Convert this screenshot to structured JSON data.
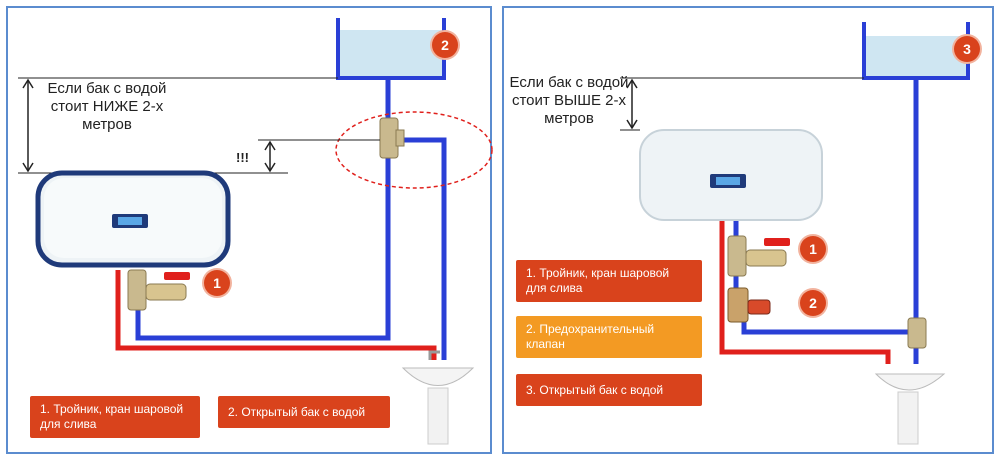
{
  "colors": {
    "hot": "#e0201c",
    "cold": "#2a3fd6",
    "badge": "#d9431c",
    "label_red": "#d9431c",
    "label_orange": "#f39a23",
    "border": "#5b8ccf"
  },
  "left": {
    "note": "Если бак с водой стоит НИЖЕ 2-х метров",
    "marker": "!!!",
    "badge_tap": "1",
    "badge_tank": "2",
    "label_1": "1. Тройник, кран шаровой для слива",
    "label_2": "2. Открытый бак с водой"
  },
  "right": {
    "note": "Если бак с водой стоит ВЫШЕ 2-х метров",
    "badge_tap": "1",
    "badge_valve": "2",
    "badge_tank": "3",
    "label_1": "1. Тройник, кран шаровой для слива",
    "label_2": "2. Предохранительный клапан",
    "label_3": "3. Открытый бак с водой"
  }
}
